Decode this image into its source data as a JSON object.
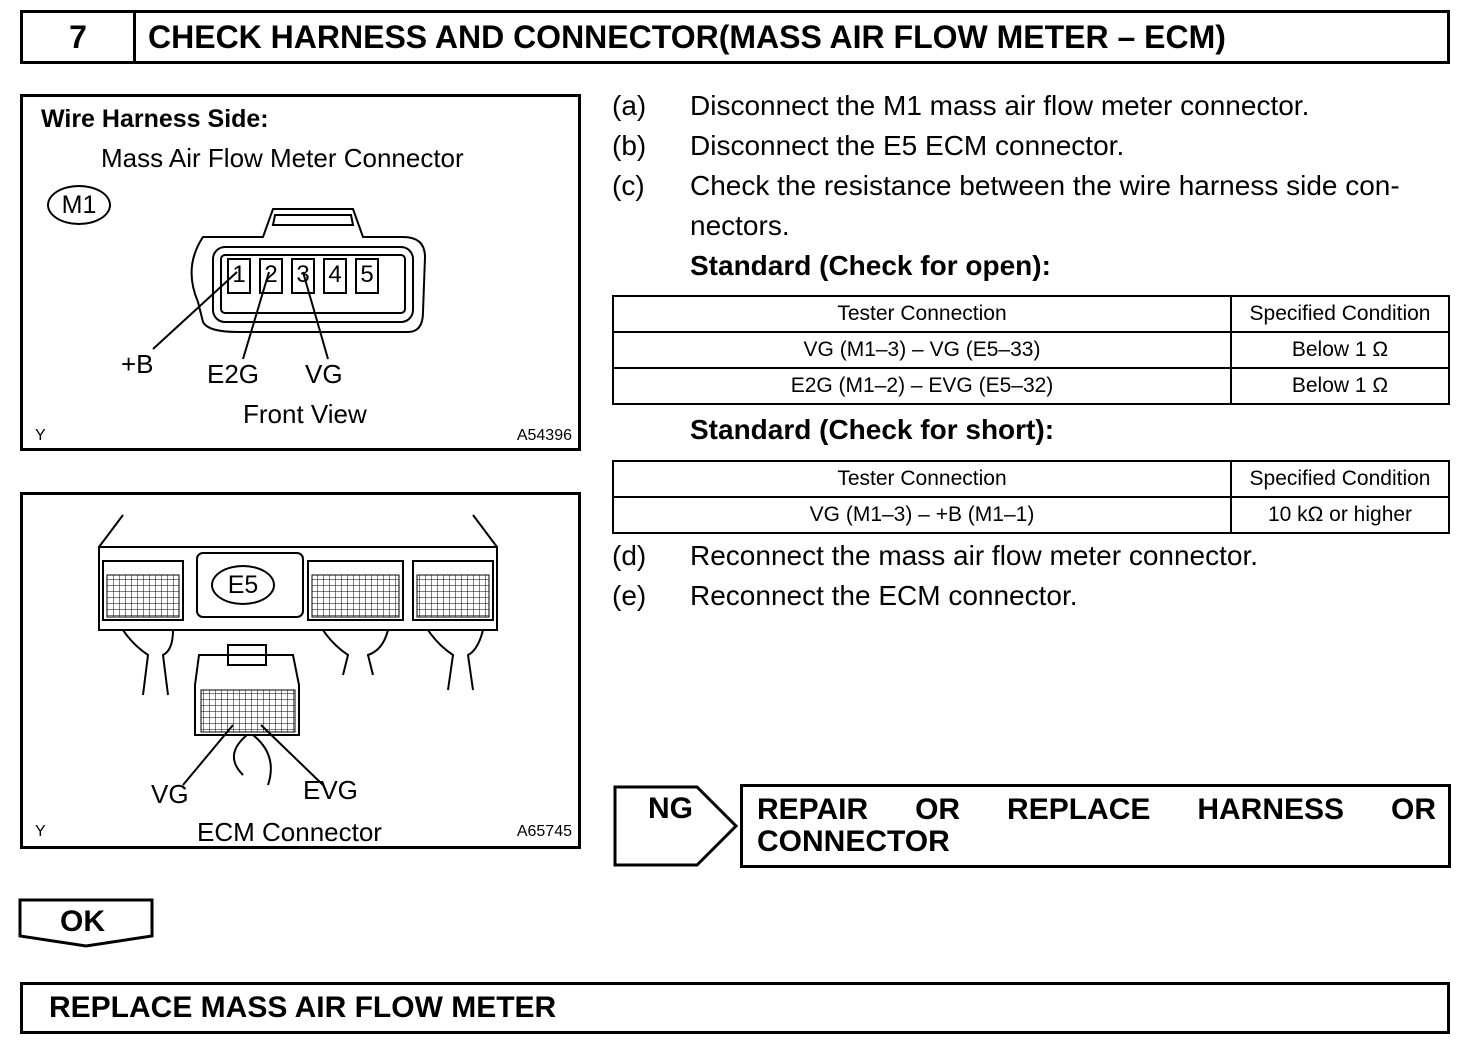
{
  "header": {
    "step_number": "7",
    "title": "CHECK HARNESS AND CONNECTOR(MASS AIR FLOW METER – ECM)"
  },
  "figure1": {
    "title": "Wire Harness Side:",
    "subtitle": "Mass Air Flow Meter Connector",
    "connector_tag": "M1",
    "pins": [
      "1",
      "2",
      "3",
      "4",
      "5"
    ],
    "labels": {
      "b_plus": "+B",
      "e2g": "E2G",
      "vg": "VG"
    },
    "view": "Front View",
    "corner_left": "Y",
    "figure_id": "A54396"
  },
  "figure2": {
    "connector_tag": "E5",
    "labels": {
      "vg": "VG",
      "evg": "EVG"
    },
    "caption": "ECM Connector",
    "corner_left": "Y",
    "figure_id": "A65745"
  },
  "instructions": [
    {
      "label": "(a)",
      "text": "Disconnect the M1 mass air flow meter connector."
    },
    {
      "label": "(b)",
      "text": "Disconnect the E5 ECM connector."
    },
    {
      "label": "(c)",
      "text": "Check the resistance between the wire harness side con-",
      "text2": "nectors."
    }
  ],
  "standard_open": {
    "heading": "Standard (Check for open):",
    "columns": [
      "Tester Connection",
      "Specified Condition"
    ],
    "rows": [
      [
        "VG (M1–3) – VG (E5–33)",
        "Below 1 Ω"
      ],
      [
        "E2G (M1–2) – EVG (E5–32)",
        "Below 1 Ω"
      ]
    ]
  },
  "standard_short": {
    "heading": "Standard (Check for short):",
    "columns": [
      "Tester Connection",
      "Specified Condition"
    ],
    "rows": [
      [
        "VG (M1–3) – +B (M1–1)",
        "10 kΩ or higher"
      ]
    ]
  },
  "instructions_after": [
    {
      "label": "(d)",
      "text": "Reconnect the mass air flow meter connector."
    },
    {
      "label": "(e)",
      "text": "Reconnect the ECM connector."
    }
  ],
  "ng_result": {
    "tag": "NG",
    "words": [
      "REPAIR",
      "OR",
      "REPLACE",
      "HARNESS",
      "OR"
    ],
    "line2": "CONNECTOR"
  },
  "ok_result": {
    "tag": "OK"
  },
  "final_step": {
    "text": "REPLACE MASS AIR FLOW METER"
  }
}
